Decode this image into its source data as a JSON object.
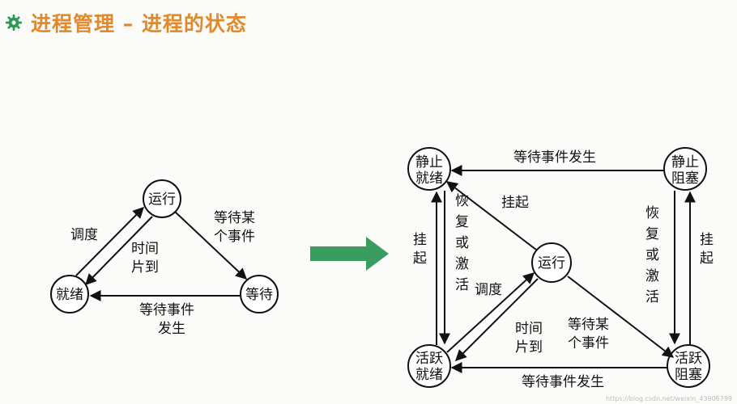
{
  "title": "进程管理 – 进程的状态",
  "icon": "gear-icon",
  "colors": {
    "title": "#e2892a",
    "icon": "#2c9a55",
    "arrow": "#3a9c5e"
  },
  "left_diagram": {
    "nodes": {
      "running": "运行",
      "ready": "就绪",
      "waiting": "等待"
    },
    "edges": {
      "schedule": "调度",
      "timeout_1": "时间",
      "timeout_2": "片到",
      "wait_event_1": "等待某",
      "wait_event_2": "个事件",
      "event_occurs_1": "等待事件",
      "event_occurs_2": "发生"
    }
  },
  "right_diagram": {
    "nodes": {
      "static_ready_1": "静止",
      "static_ready_2": "就绪",
      "static_blocked_1": "静止",
      "static_blocked_2": "阻塞",
      "running": "运行",
      "active_ready_1": "活跃",
      "active_ready_2": "就绪",
      "active_blocked_1": "活跃",
      "active_blocked_2": "阻塞"
    },
    "edges": {
      "top_event": "等待事件发生",
      "bottom_event": "等待事件发生",
      "suspend_running": "挂起",
      "suspend_left_1": "挂",
      "suspend_left_2": "起",
      "resume_left_1": "恢",
      "resume_left_2": "复",
      "resume_left_3": "或",
      "resume_left_4": "激",
      "resume_left_5": "活",
      "resume_right_1": "恢",
      "resume_right_2": "复",
      "resume_right_3": "或",
      "resume_right_4": "激",
      "resume_right_5": "活",
      "suspend_right_1": "挂",
      "suspend_right_2": "起",
      "schedule": "调度",
      "timeout_1": "时间",
      "timeout_2": "片到",
      "wait_event_1": "等待某",
      "wait_event_2": "个事件"
    }
  },
  "watermark": "https://blog.csdn.net/weixin_43906799"
}
